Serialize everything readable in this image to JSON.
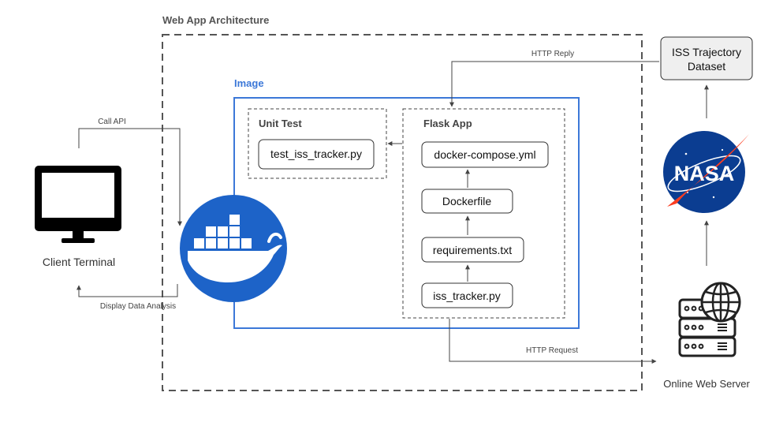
{
  "architecture": {
    "title": "Web App Architecture"
  },
  "image_container": {
    "title": "Image"
  },
  "unit_test": {
    "title": "Unit Test",
    "file": "test_iss_tracker.py"
  },
  "flask_app": {
    "title": "Flask App",
    "files": [
      "docker-compose.yml",
      "Dockerfile",
      "requirements.txt",
      "iss_tracker.py"
    ]
  },
  "client": {
    "label": "Client Terminal"
  },
  "edges": {
    "call_api": "Call API",
    "display": "Display Data Analysis",
    "http_reply": "HTTP Reply",
    "http_request": "HTTP Request"
  },
  "dataset": {
    "line1": "ISS Trajectory",
    "line2": "Dataset"
  },
  "nasa": {
    "text": "NASA"
  },
  "server": {
    "label": "Online Web Server"
  },
  "colors": {
    "image_border": "#3c78d8",
    "docker_blue": "#1d63c8",
    "nasa_blue": "#0b3d91",
    "nasa_red": "#fc3d21",
    "dashed": "#555555",
    "dataset_fill": "#efefef"
  },
  "icons": [
    "monitor-icon",
    "docker-whale-icon",
    "nasa-logo-icon",
    "server-globe-icon"
  ]
}
